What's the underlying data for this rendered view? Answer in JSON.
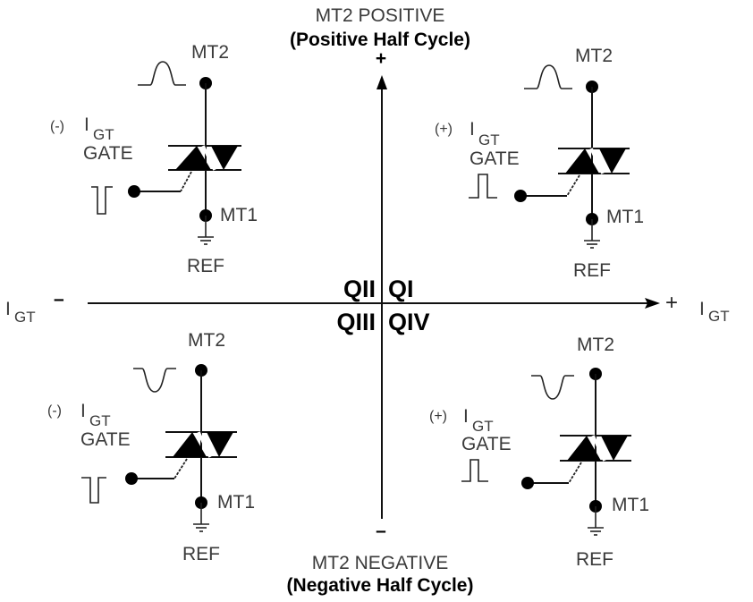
{
  "diagram": {
    "title_top": "MT2 POSITIVE",
    "subtitle_top": "(Positive Half Cycle)",
    "title_bottom": "MT2 NEGATIVE",
    "subtitle_bottom": "(Negative Half Cycle)",
    "vertical_axis": {
      "plus": "+",
      "minus": "–"
    },
    "horizontal_axis": {
      "left_label": "I",
      "left_sub": "GT",
      "left_sign": "–",
      "right_sign": "+",
      "right_label": "I",
      "right_sub": "GT"
    },
    "quadrant_labels": {
      "q1": "QI",
      "q2": "QII",
      "q3": "QIII",
      "q4": "QIV"
    },
    "quadrants": [
      {
        "id": "q2",
        "mt2_label": "MT2",
        "mt1_label": "MT1",
        "ref_label": "REF",
        "gate_sign": "(-)",
        "gate_current": "I",
        "gate_current_sub": "GT",
        "gate_label": "GATE",
        "mt2_waveform": "positive-half-sine",
        "gate_waveform": "negative-pulse"
      },
      {
        "id": "q1",
        "mt2_label": "MT2",
        "mt1_label": "MT1",
        "ref_label": "REF",
        "gate_sign": "(+)",
        "gate_current": "I",
        "gate_current_sub": "GT",
        "gate_label": "GATE",
        "mt2_waveform": "positive-half-sine",
        "gate_waveform": "positive-pulse"
      },
      {
        "id": "q3",
        "mt2_label": "MT2",
        "mt1_label": "MT1",
        "ref_label": "REF",
        "gate_sign": "(-)",
        "gate_current": "I",
        "gate_current_sub": "GT",
        "gate_label": "GATE",
        "mt2_waveform": "negative-half-sine",
        "gate_waveform": "negative-pulse"
      },
      {
        "id": "q4",
        "mt2_label": "MT2",
        "mt1_label": "MT1",
        "ref_label": "REF",
        "gate_sign": "(+)",
        "gate_current": "I",
        "gate_current_sub": "GT",
        "gate_label": "GATE",
        "mt2_waveform": "negative-half-sine",
        "gate_waveform": "positive-pulse"
      }
    ]
  }
}
